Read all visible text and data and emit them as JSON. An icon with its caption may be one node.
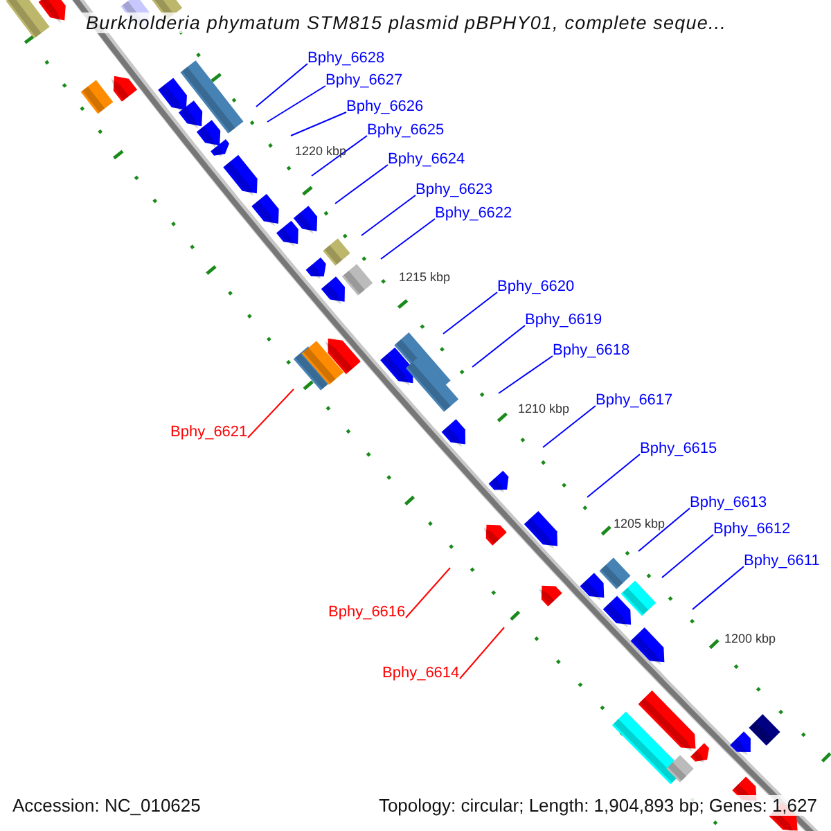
{
  "diagram": {
    "title": "Burkholderia phymatum STM815 plasmid pBPHY01, complete seque...",
    "nodes": [
      {
        "text": [
          "Bphy_6628"
        ]
      },
      {
        "text": [
          "Bphy_6627"
        ]
      },
      {
        "text": [
          "Bphy_6626"
        ]
      },
      {
        "text": [
          "Bphy_6625"
        ]
      },
      {
        "text": [
          "Bphy_6624"
        ]
      },
      {
        "text": [
          "Bphy_6623"
        ]
      },
      {
        "text": [
          "Bphy_6622"
        ]
      },
      {
        "text": [
          "Bphy_6620"
        ]
      },
      {
        "text": [
          "Bphy_6619"
        ]
      },
      {
        "text": [
          "Bphy_6618"
        ]
      },
      {
        "text": [
          "Bphy_6617"
        ]
      },
      {
        "text": [
          "Bphy_6621"
        ]
      },
      {
        "text": [
          "Bphy_6615"
        ]
      },
      {
        "text": [
          "Bphy_6613"
        ]
      },
      {
        "text": [
          "Bphy_6612"
        ]
      },
      {
        "text": [
          "Bphy_6611"
        ]
      },
      {
        "text": [
          "Bphy_6616"
        ]
      },
      {
        "text": [
          "Bphy_6614"
        ]
      }
    ],
    "edges": [
      {
        "from": 0,
        "to": null,
        "arrow": "none"
      },
      {
        "from": 1,
        "to": null,
        "arrow": "none"
      },
      {
        "from": 2,
        "to": null,
        "arrow": "none"
      },
      {
        "from": 3,
        "to": null,
        "arrow": "none"
      },
      {
        "from": 4,
        "to": null,
        "arrow": "none"
      },
      {
        "from": 5,
        "to": null,
        "arrow": "none"
      },
      {
        "from": 6,
        "to": null,
        "arrow": "none"
      },
      {
        "from": 7,
        "to": null,
        "arrow": "none"
      },
      {
        "from": 8,
        "to": null,
        "arrow": "none"
      },
      {
        "from": 9,
        "to": null,
        "arrow": "none"
      },
      {
        "from": 10,
        "to": null,
        "arrow": "none"
      },
      {
        "from": 11,
        "to": null,
        "arrow": "none",
        "color": "#ff0000"
      },
      {
        "from": 12,
        "to": null,
        "arrow": "none"
      },
      {
        "from": 13,
        "to": null,
        "arrow": "none"
      },
      {
        "from": 14,
        "to": null,
        "arrow": "none"
      },
      {
        "from": 15,
        "to": null,
        "arrow": "none"
      },
      {
        "from": 16,
        "to": null,
        "arrow": "none",
        "color": "#ff0000"
      },
      {
        "from": 17,
        "to": null,
        "arrow": "none",
        "color": "#ff0000"
      }
    ],
    "labels": [
      "1220 kbp",
      "1215 kbp",
      "1210 kbp",
      "1205 kbp",
      "1200 kbp",
      "Accession: NC_010625",
      "Topology: circular; Length: 1,904,893 bp; Genes: 1,627"
    ]
  }
}
